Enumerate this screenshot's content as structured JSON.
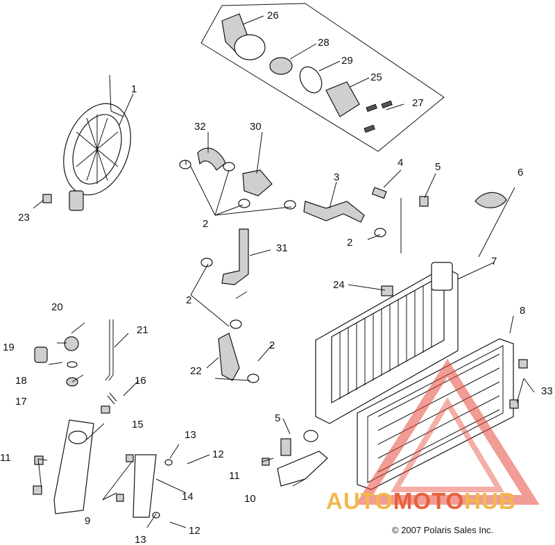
{
  "copyright": "© 2007 Polaris Sales Inc.",
  "watermark": {
    "part1": "AUTO",
    "part2": "MOTO",
    "part3": "HUB",
    "color_light": "#f2b84b",
    "color_dark": "#e8613b",
    "triangle_color": "#e64a3c"
  },
  "callouts": [
    "1",
    "2",
    "2",
    "2",
    "2",
    "2",
    "3",
    "4",
    "5",
    "5",
    "6",
    "7",
    "8",
    "9",
    "10",
    "11",
    "11",
    "12",
    "12",
    "13",
    "13",
    "14",
    "15",
    "16",
    "17",
    "18",
    "19",
    "20",
    "21",
    "22",
    "23",
    "24",
    "25",
    "26",
    "27",
    "28",
    "29",
    "30",
    "31",
    "32",
    "33"
  ]
}
